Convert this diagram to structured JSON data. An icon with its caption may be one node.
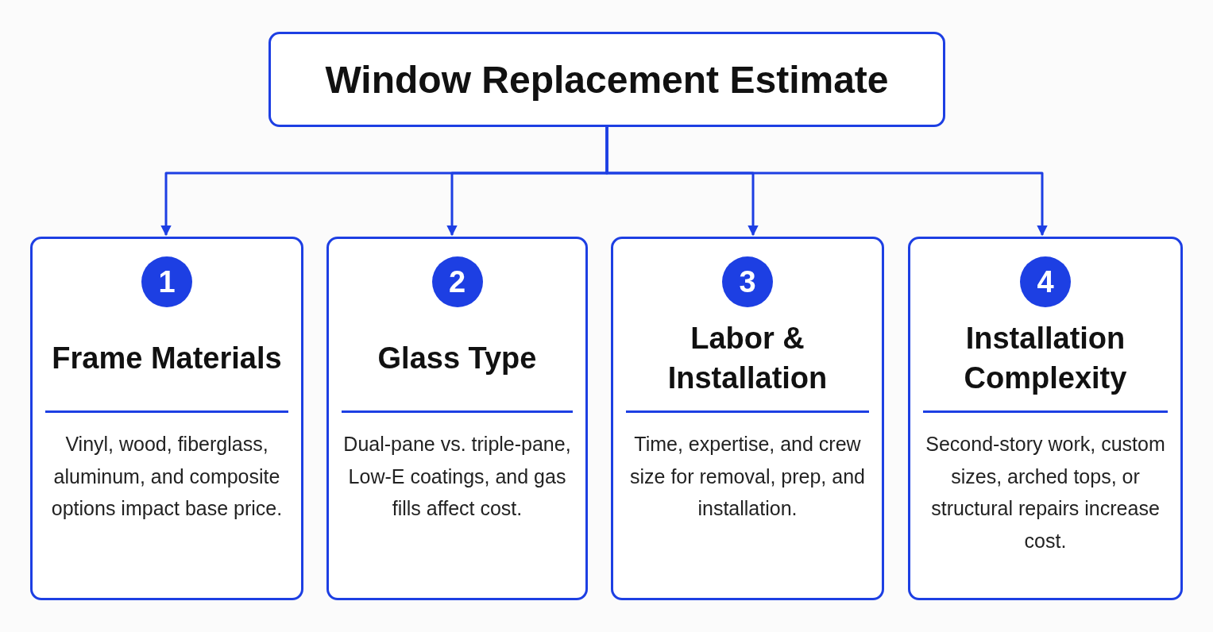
{
  "diagram": {
    "nodes": [
      {
        "text": [
          "Window Replacement Estimate"
        ]
      },
      {
        "text": [
          "1",
          "Frame Materials",
          "Vinyl, wood, fiberglass, aluminum, and composite options impact base price."
        ]
      },
      {
        "text": [
          "2",
          "Glass Type",
          "Dual-pane vs. triple-pane, Low-E coatings, and gas fills affect cost."
        ]
      },
      {
        "text": [
          "3",
          "Labor & Installation",
          "Time, expertise, and crew size for removal, prep, and installation."
        ]
      },
      {
        "text": [
          "4",
          "Installation Complexity",
          "Second-story work, custom sizes, arched tops, or structural repairs increase cost."
        ]
      }
    ],
    "edges": [
      {
        "from": 0,
        "to": 1,
        "arrow": "to"
      },
      {
        "from": 0,
        "to": 2,
        "arrow": "to"
      },
      {
        "from": 0,
        "to": 3,
        "arrow": "to"
      },
      {
        "from": 0,
        "to": 4,
        "arrow": "to"
      }
    ]
  }
}
